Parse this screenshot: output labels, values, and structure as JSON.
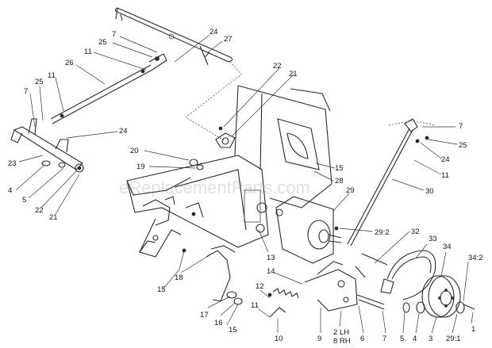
{
  "watermark": "eReplacementParts.com",
  "callouts": {
    "c7a": "7",
    "c25a": "25",
    "c24a": "24",
    "c27": "27",
    "c11a": "11",
    "c26": "26",
    "c25b": "25",
    "c11b": "11",
    "c7b": "7",
    "c24b": "24",
    "c23": "23",
    "c4a": "4",
    "c5a": "5",
    "c22a": "22",
    "c21a": "21",
    "c22b": "22",
    "c21b": "21",
    "c20": "20",
    "c19": "19",
    "c15a": "15",
    "c28": "28",
    "c29": "29",
    "c7c": "7",
    "c25c": "25",
    "c24c": "24",
    "c11c": "11",
    "c30": "30",
    "c292": "29:2",
    "c32": "32",
    "c33": "33",
    "c34": "34",
    "c342": "34:2",
    "c13": "13",
    "c15b": "15",
    "c18": "18",
    "c14": "14",
    "c12": "12",
    "c11d": "11",
    "c17": "17",
    "c16": "16",
    "c15c": "15",
    "c10": "10",
    "c9": "9",
    "c2lh": "2 LH",
    "c8rh": "8 RH",
    "c6": "6",
    "c7d": "7",
    "c5b": "5",
    "c4b": "4",
    "c3": "3",
    "c291": "29:1",
    "c1": "1"
  }
}
